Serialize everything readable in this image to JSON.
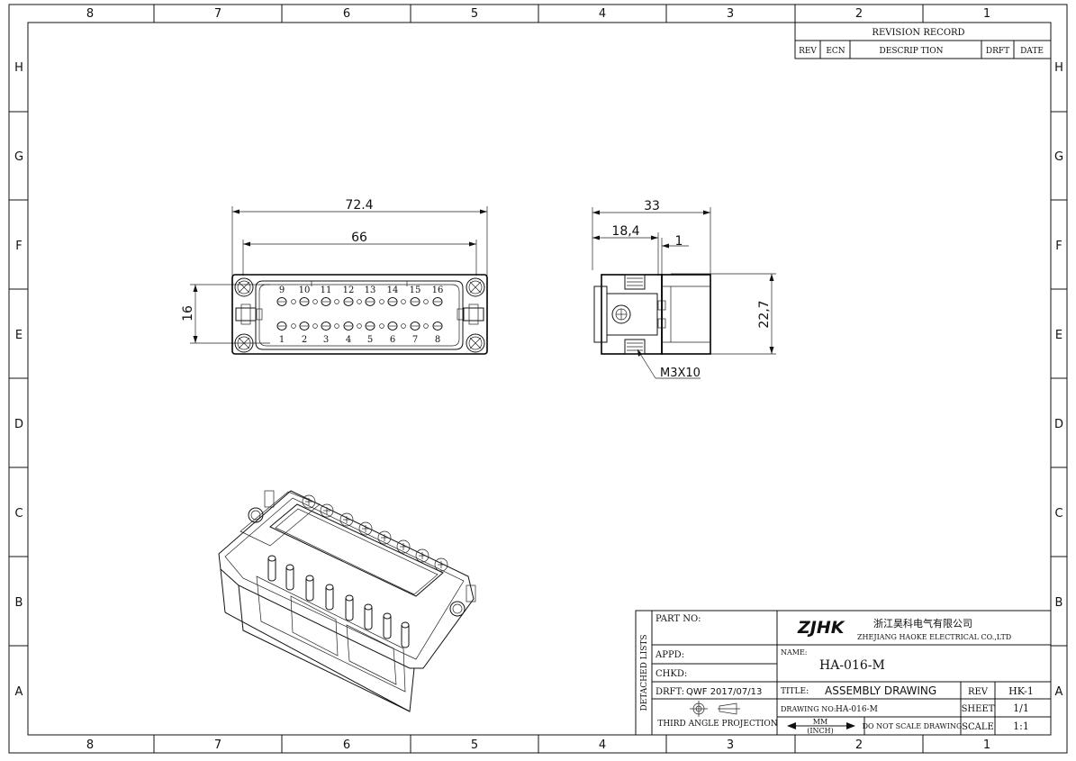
{
  "frame": {
    "columns": [
      "8",
      "7",
      "6",
      "5",
      "4",
      "3",
      "2",
      "1"
    ],
    "rows": [
      "H",
      "G",
      "F",
      "E",
      "D",
      "C",
      "B",
      "A"
    ]
  },
  "revision": {
    "title": "REVISION RECORD",
    "headers": [
      "REV",
      "ECN",
      "DESCRIP TION",
      "DRFT",
      "DATE"
    ]
  },
  "front_view": {
    "dim_overall": "72.4",
    "dim_pitch": "66",
    "dim_height": "16",
    "pins_top": [
      "9",
      "10",
      "11",
      "12",
      "13",
      "14",
      "15",
      "16"
    ],
    "pins_bottom": [
      "1",
      "2",
      "3",
      "4",
      "5",
      "6",
      "7",
      "8"
    ]
  },
  "side_view": {
    "dim_width": "33",
    "dim_offset": "18,4",
    "dim_gap": "1",
    "dim_height": "22,7",
    "screw_callout": "M3X10"
  },
  "title_block": {
    "detached_lists": "DETACHED LISTS",
    "part_no_label": "PART NO:",
    "appd_label": "APPD:",
    "chkd_label": "CHKD:",
    "drft_label": "DRFT:",
    "drft_value": "QWF 2017/07/13",
    "projection": "THIRD ANGLE PROJECTION",
    "logo": "ZJHK",
    "company_cn": "浙江昊科电气有限公司",
    "company_en": "ZHEJIANG HAOKE ELECTRICAL CO.,LTD",
    "name_label": "NAME:",
    "name_value": "HA-016-M",
    "title_label": "TITLE:",
    "title_value": "ASSEMBLY DRAWING",
    "rev_label": "REV",
    "rev_value": "HK-1",
    "drawing_no_label": "DRAWING NO:",
    "drawing_no_value": "HA-016-M",
    "sheet_label": "SHEET",
    "sheet_value": "1/1",
    "units_top": "MM",
    "units_bottom": "(INCH)",
    "no_scale": "DO NOT SCALE DRAWING",
    "scale_label": "SCALE",
    "scale_value": "1:1"
  }
}
